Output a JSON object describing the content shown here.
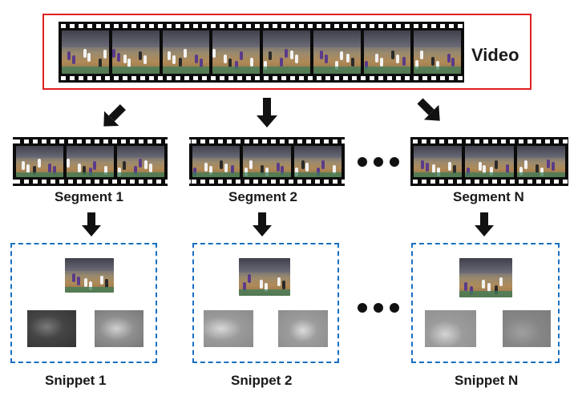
{
  "video": {
    "label": "Video"
  },
  "segments": [
    {
      "label": "Segment 1"
    },
    {
      "label": "Segment 2"
    },
    {
      "label": "Segment N"
    }
  ],
  "snippets": [
    {
      "label": "Snippet 1"
    },
    {
      "label": "Snippet 2"
    },
    {
      "label": "Snippet N"
    }
  ],
  "colors": {
    "video_border": "#e02020",
    "snippet_border": "#1a6fc0",
    "arrow": "#111111"
  }
}
